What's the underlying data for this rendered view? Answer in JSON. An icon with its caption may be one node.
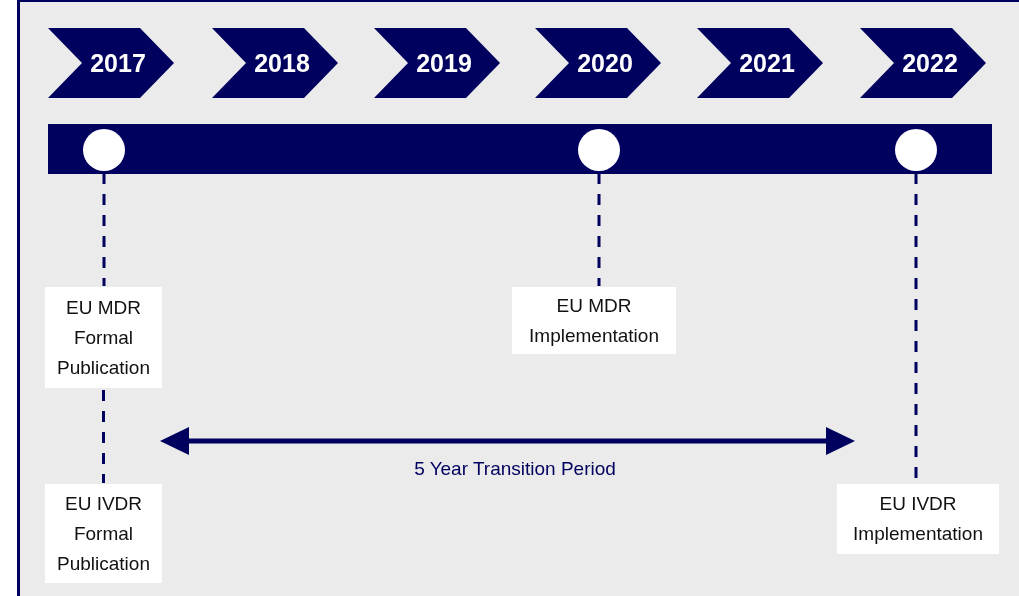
{
  "diagram": {
    "nodes": [
      {
        "text": [
          "2017"
        ]
      },
      {
        "text": [
          "2018"
        ]
      },
      {
        "text": [
          "2019"
        ]
      },
      {
        "text": [
          "2020"
        ]
      },
      {
        "text": [
          "2021"
        ]
      },
      {
        "text": [
          "2022"
        ]
      },
      {
        "text": [],
        "shape": "bar"
      },
      {
        "text": [],
        "shape": "circle",
        "in": 6
      },
      {
        "text": [],
        "shape": "circle",
        "in": 6
      },
      {
        "text": [],
        "shape": "circle",
        "in": 6
      },
      {
        "text": [
          "EU MDR Formal Publication"
        ]
      },
      {
        "text": [
          "EU MDR Implementation"
        ]
      },
      {
        "text": [
          "EU IVDR Formal Publication"
        ]
      },
      {
        "text": [
          "EU IVDR Implementation"
        ]
      }
    ],
    "edges": [
      {
        "from": 7,
        "to": 10,
        "arrow": "none",
        "style": "dashed"
      },
      {
        "from": 10,
        "to": 12,
        "arrow": "none",
        "style": "dashed"
      },
      {
        "from": 8,
        "to": 11,
        "arrow": "none",
        "style": "dashed"
      },
      {
        "from": 9,
        "to": 13,
        "arrow": "none",
        "style": "dashed"
      }
    ],
    "labels": [
      "5 Year Transition Period"
    ]
  }
}
